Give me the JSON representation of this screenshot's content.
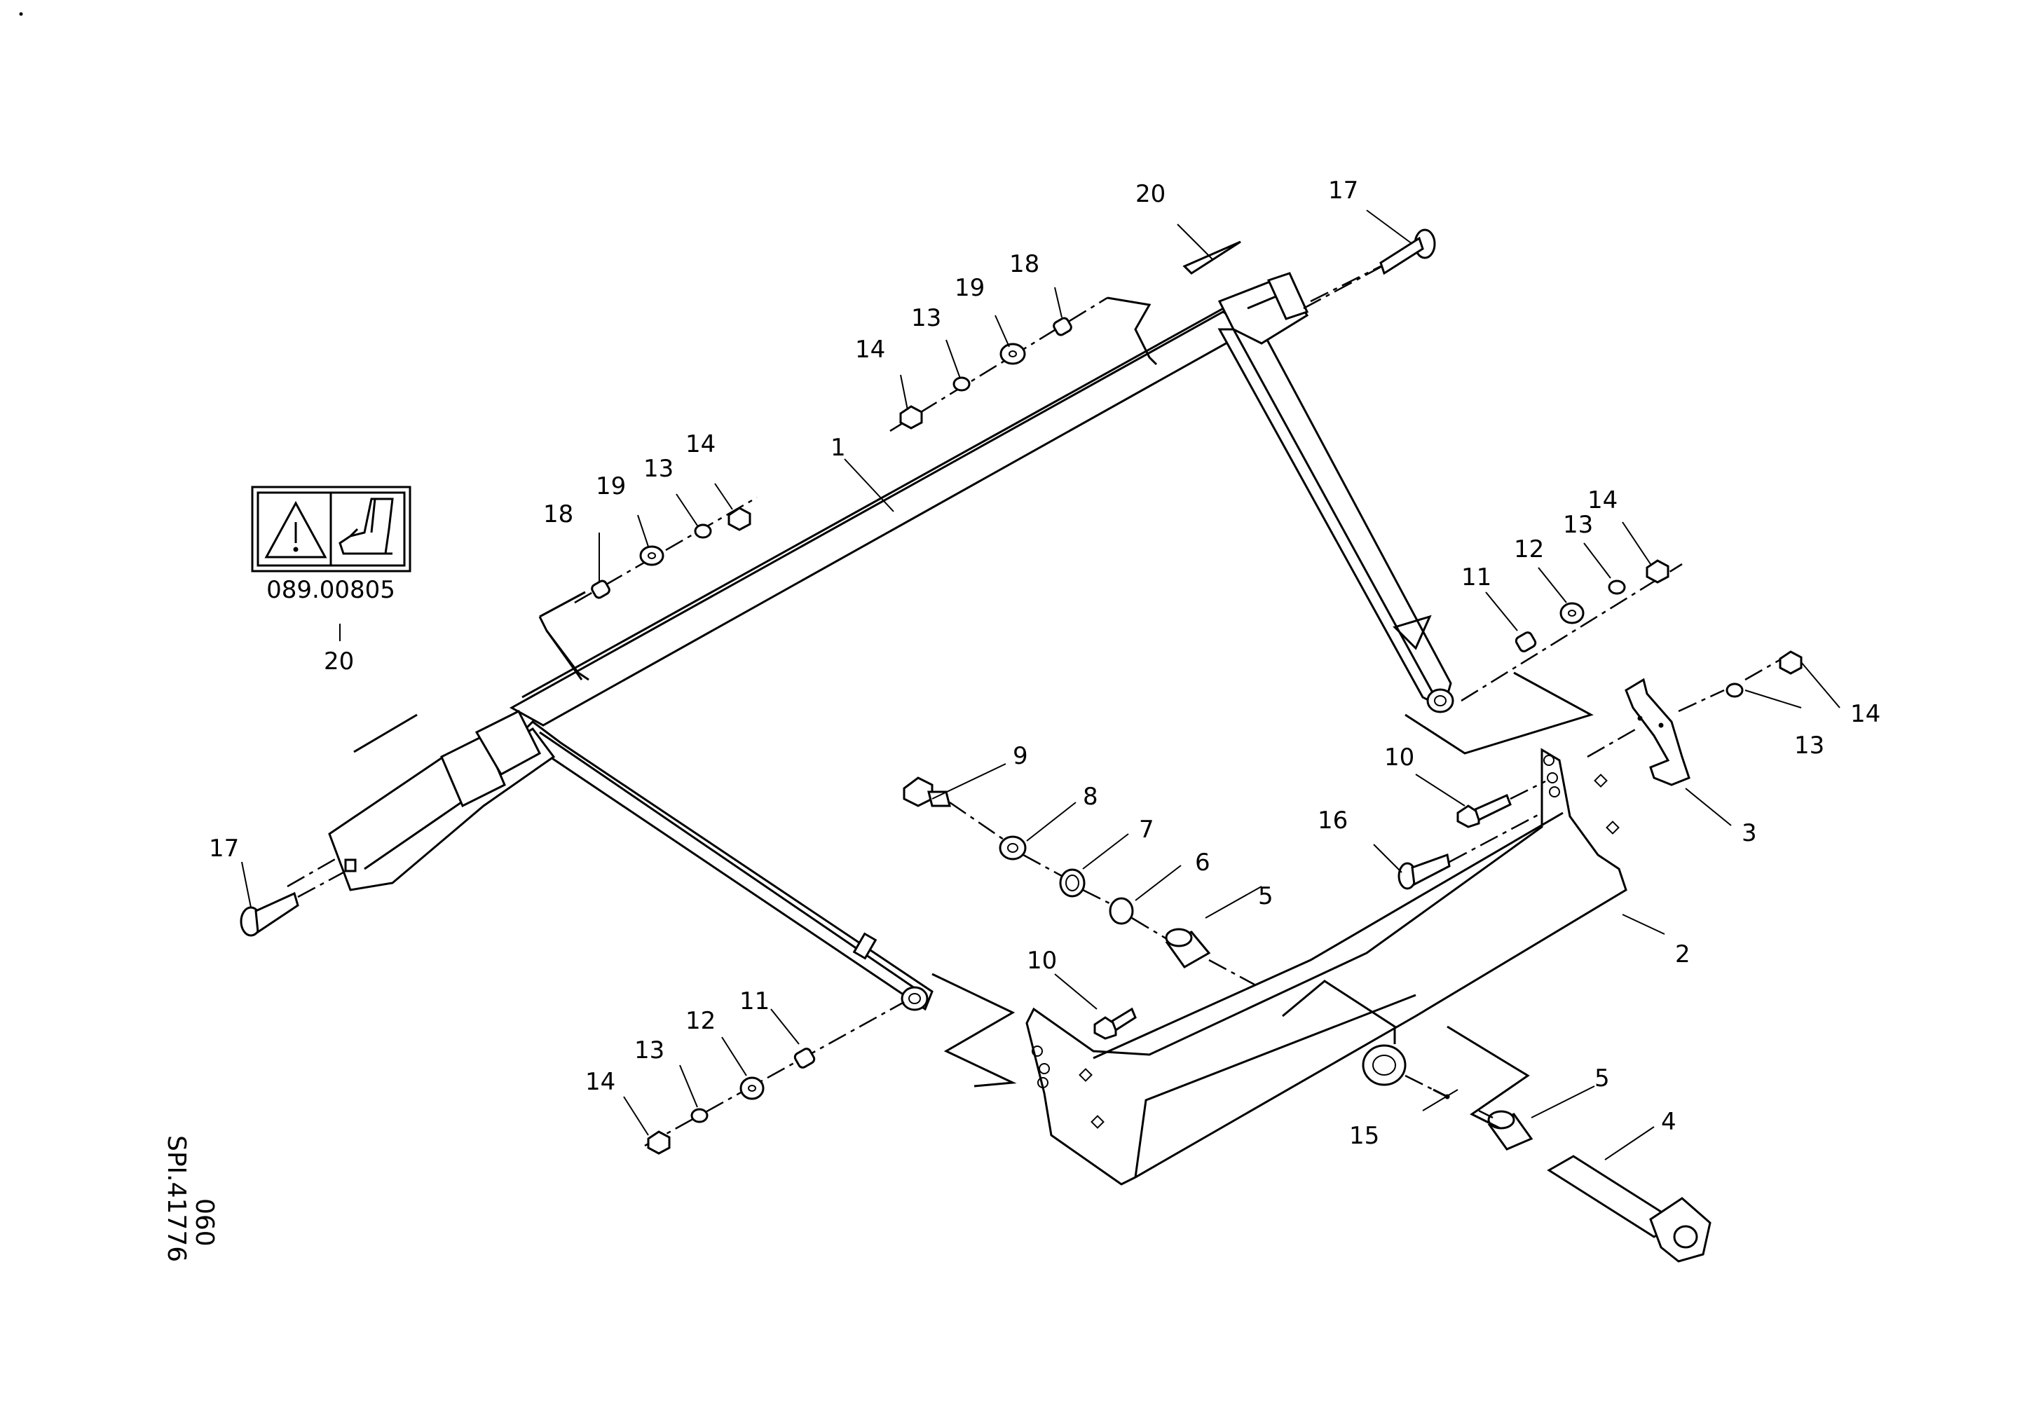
{
  "decal": {
    "part_number": "089.00805",
    "warning_icon": "warning-triangle-icon",
    "foot_icon": "boot-crush-icon"
  },
  "drawing_code": {
    "line1": "SPI.41776",
    "line2": "060"
  },
  "callouts": {
    "c1": "1",
    "c2": "2",
    "c3": "3",
    "c4": "4",
    "c5a": "5",
    "c5b": "5",
    "c6": "6",
    "c7": "7",
    "c8": "8",
    "c9": "9",
    "c10a": "10",
    "c10b": "10",
    "c11a": "11",
    "c11b": "11",
    "c12a": "12",
    "c12b": "12",
    "c13a": "13",
    "c13b": "13",
    "c13c": "13",
    "c13d": "13",
    "c13e": "13",
    "c14a": "14",
    "c14b": "14",
    "c14c": "14",
    "c14d": "14",
    "c14e": "14",
    "c15": "15",
    "c16": "16",
    "c17a": "17",
    "c17b": "17",
    "c18a": "18",
    "c18b": "18",
    "c19a": "19",
    "c19b": "19",
    "c20a": "20",
    "c20b": "20"
  }
}
